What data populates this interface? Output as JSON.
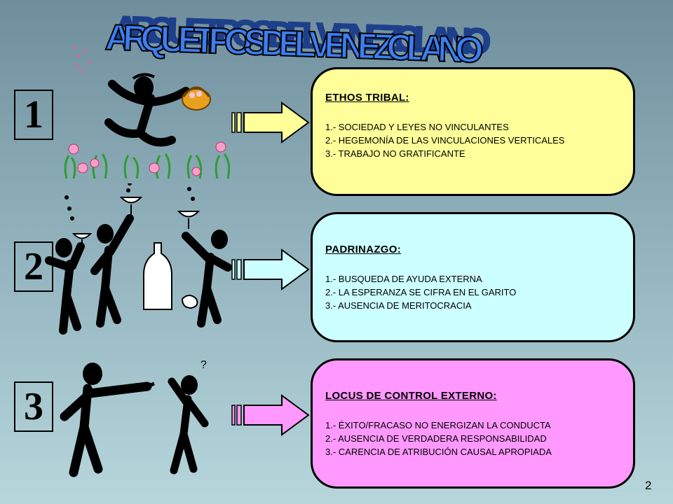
{
  "title": "ARQUETIPOS DEL VENEZOLANO",
  "page_number": "2",
  "colors": {
    "title_fill": "#3b7ef0",
    "panel1": "#ffff99",
    "panel2": "#ccffff",
    "panel3": "#ff99ff"
  },
  "sections": [
    {
      "number": "1",
      "heading": "ETHOS TRIBAL:",
      "lines": [
        "1.- SOCIEDAD Y LEYES NO VINCULANTES",
        "2.- HEGEMONÍA DE LAS VINCULACIONES VERTICALES",
        "3.- TRABAJO NO GRATIFICANTE"
      ]
    },
    {
      "number": "2",
      "heading": "PADRINAZGO:",
      "lines": [
        "1.- BUSQUEDA DE AYUDA EXTERNA",
        "2.- LA ESPERANZA SE CIFRA EN EL GARITO",
        "3.- AUSENCIA DE MERITOCRACIA"
      ]
    },
    {
      "number": "3",
      "heading": "LOCUS DE CONTROL EXTERNO:",
      "lines": [
        "1.- ÉXITO/FRACASO NO ENERGIZAN LA CONDUCTA",
        "2.- AUSENCIA DE VERDADERA RESPONSABILIDAD",
        "3.- CARENCIA DE ATRIBUCIÓN CAUSAL APROPIADA"
      ]
    }
  ]
}
